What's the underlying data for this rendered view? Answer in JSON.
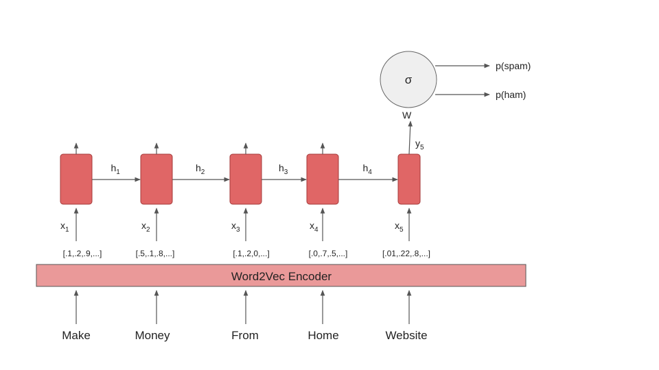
{
  "encoder": {
    "label": "Word2Vec Encoder"
  },
  "words": [
    "Make",
    "Money",
    "From",
    "Home",
    "Website"
  ],
  "embeddings": [
    "[.1,.2,.9,...]",
    "[.5,.1,.8,...]",
    "[.1,.2,0,...]",
    "[.0,.7,.5,...]",
    "[.01,.22,.8,...]"
  ],
  "inputs": [
    {
      "base": "x",
      "sub": "1"
    },
    {
      "base": "x",
      "sub": "2"
    },
    {
      "base": "x",
      "sub": "3"
    },
    {
      "base": "x",
      "sub": "4"
    },
    {
      "base": "x",
      "sub": "5"
    }
  ],
  "hidden": [
    {
      "base": "h",
      "sub": "1"
    },
    {
      "base": "h",
      "sub": "2"
    },
    {
      "base": "h",
      "sub": "3"
    },
    {
      "base": "h",
      "sub": "4"
    }
  ],
  "output": {
    "y_base": "y",
    "y_sub": "5",
    "weight": "W",
    "activation": "σ"
  },
  "outputs": [
    "p(spam)",
    "p(ham)"
  ],
  "colors": {
    "cell": "#e06666",
    "encoder": "#ea9999",
    "sigma_fill": "#efefef"
  }
}
